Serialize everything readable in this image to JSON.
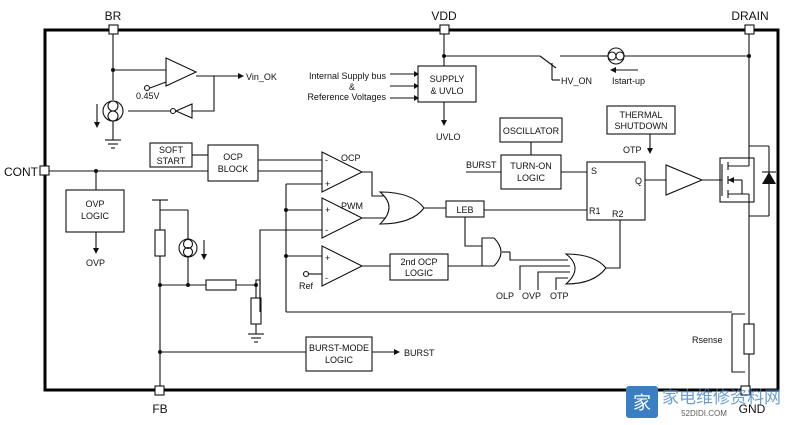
{
  "pins": {
    "br": "BR",
    "vdd": "VDD",
    "drain": "DRAIN",
    "cont": "CONT",
    "fb": "FB",
    "gnd": "GND"
  },
  "blocks": {
    "supply_uvlo": [
      "SUPPLY",
      "& UVLO"
    ],
    "oscillator": "OSCILLATOR",
    "thermal_shutdown": [
      "THERMAL",
      "SHUTDOWN"
    ],
    "soft_start": [
      "SOFT",
      "START"
    ],
    "ocp_block": [
      "OCP",
      "BLOCK"
    ],
    "turn_on_logic": [
      "TURN-ON",
      "LOGIC"
    ],
    "ovp_logic": [
      "OVP",
      "LOGIC"
    ],
    "leb": "LEB",
    "second_ocp_logic": [
      "2nd OCP",
      "LOGIC"
    ],
    "burst_mode_logic": [
      "BURST-MODE",
      "LOGIC"
    ]
  },
  "labels": {
    "vin_ok": "Vin_OK",
    "v045": "0.45V",
    "internal_supply": "Internal Supply bus",
    "ampersand": "&",
    "ref_voltages": "Reference Voltages",
    "uvlo": "UVLO",
    "hv_on": "HV_ON",
    "istart_up": "Istart-up",
    "otp_in": "OTP",
    "burst_in": "BURST",
    "burst_out": "BURST",
    "ocp": "OCP",
    "pwm": "PWM",
    "ref": "Ref",
    "ovp_out": "OVP",
    "olp": "OLP",
    "ovp_in": "OVP",
    "otp_gate": "OTP",
    "rsense": "Rsense",
    "s": "S",
    "q": "Q",
    "r1": "R1",
    "r2": "R2",
    "plus": "+",
    "minus": "-"
  },
  "watermark": {
    "text": "家电维修资料网",
    "url": "52DIDI.COM",
    "accent": "#3a7fc4"
  }
}
